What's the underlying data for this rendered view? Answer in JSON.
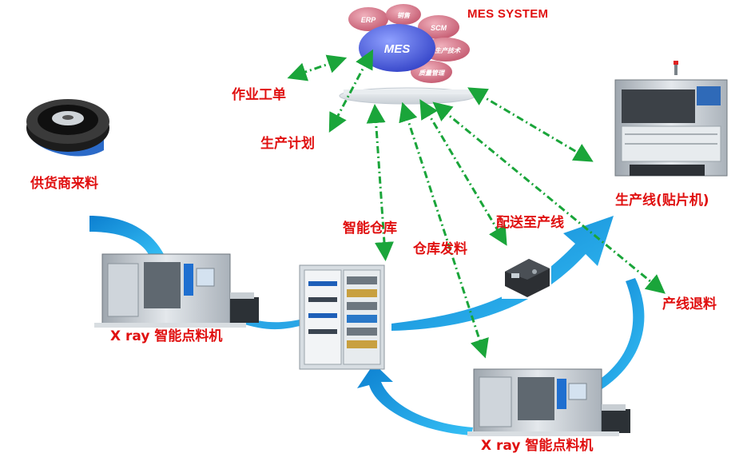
{
  "system": {
    "title": "MES SYSTEM",
    "core": "MES",
    "modules": [
      "ERP",
      "销售",
      "SCM",
      "生产技术",
      "质量管理"
    ]
  },
  "nodes": {
    "supplier": "供货商来料",
    "xray_top": "X ray 智能点料机",
    "warehouse": "智能仓库",
    "xray_bottom": "X ray 智能点料机",
    "smt_line": "生产线(贴片机)"
  },
  "flows": {
    "work_order": "作业工单",
    "production_plan": "生产计划",
    "warehouse_issue": "仓库发料",
    "deliver_line": "配送至产线",
    "line_return": "产线退料"
  },
  "colors": {
    "label": "#e01010",
    "dashed_arrow": "#1aa53a",
    "flow_arrow": "#1e9ce0",
    "mes_core": "#5f6fe0",
    "module_bubble": "#d9788a"
  }
}
